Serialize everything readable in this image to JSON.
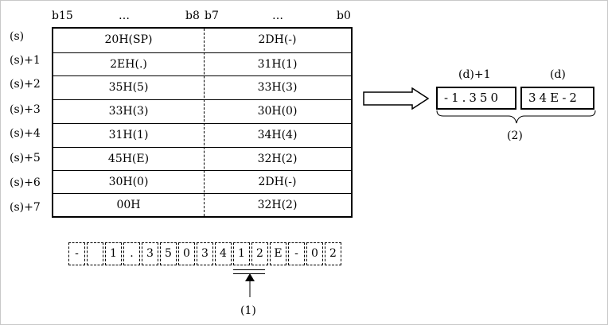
{
  "bit_headers": {
    "b15": "b15",
    "dots_left": "…",
    "b8": "b8",
    "b7": "b7",
    "dots_right": "…",
    "b0": "b0"
  },
  "registers": [
    {
      "label": "(s)",
      "high": "20H(SP)",
      "low": "2DH(-)"
    },
    {
      "label": "(s)+1",
      "high": "2EH(.)",
      "low": "31H(1)"
    },
    {
      "label": "(s)+2",
      "high": "35H(5)",
      "low": "33H(3)"
    },
    {
      "label": "(s)+3",
      "high": "33H(3)",
      "low": "30H(0)"
    },
    {
      "label": "(s)+4",
      "high": "31H(1)",
      "low": "34H(4)"
    },
    {
      "label": "(s)+5",
      "high": "45H(E)",
      "low": "32H(2)"
    },
    {
      "label": "(s)+6",
      "high": "30H(0)",
      "low": "2DH(-)"
    },
    {
      "label": "(s)+7",
      "high": "00H",
      "low": "32H(2)"
    }
  ],
  "dest": {
    "hi_label": "(d)+1",
    "lo_label": "(d)",
    "hi_value": "-1.350",
    "lo_value": "34E-2",
    "group_label": "(2)"
  },
  "char_sequence": [
    "-",
    "",
    "1",
    ".",
    "3",
    "5",
    "0",
    "3",
    "4",
    "1",
    "2",
    "E",
    "-",
    "0",
    "2"
  ],
  "pointer_label": "(1)"
}
